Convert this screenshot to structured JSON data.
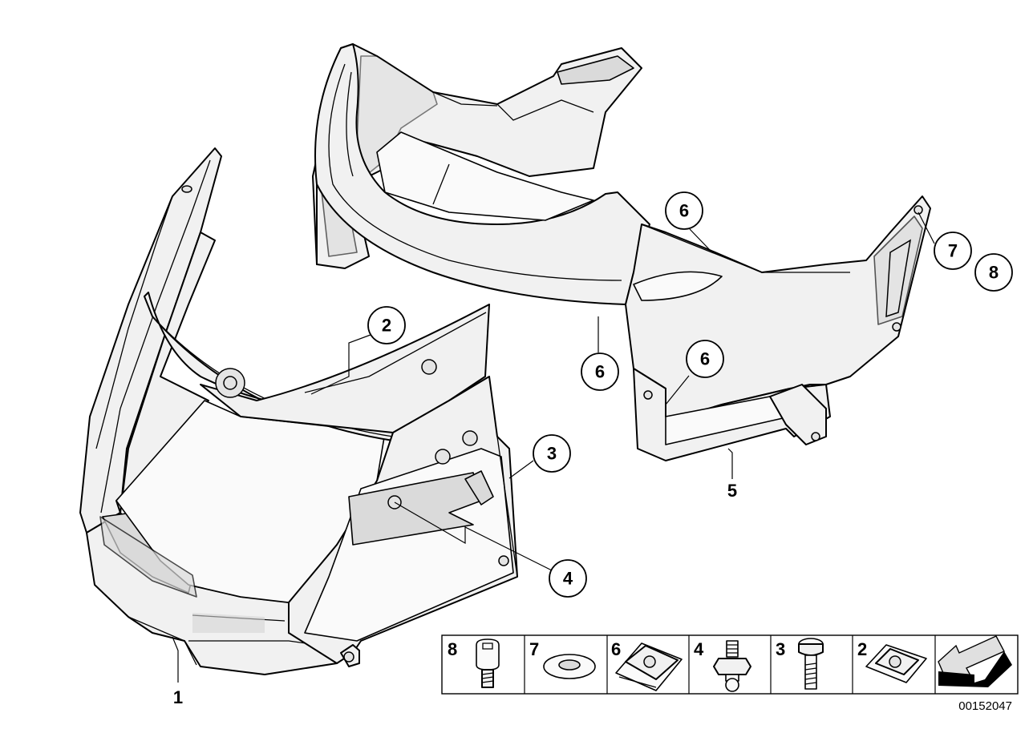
{
  "callouts": {
    "part1": "1",
    "part2": "2",
    "part3": "3",
    "part4": "4",
    "part5": "5",
    "part6a": "6",
    "part6b": "6",
    "part6c": "6",
    "part7": "7",
    "part8": "8"
  },
  "legend": {
    "items": [
      {
        "number": "8",
        "icon": "socket-head-screw-icon"
      },
      {
        "number": "7",
        "icon": "washer-icon"
      },
      {
        "number": "6",
        "icon": "spring-nut-icon"
      },
      {
        "number": "4",
        "icon": "ball-stud-icon"
      },
      {
        "number": "3",
        "icon": "hex-bolt-icon"
      },
      {
        "number": "2",
        "icon": "clip-nut-icon"
      }
    ],
    "arrow_icon": "direction-arrow-icon"
  },
  "document_number": "00152047"
}
